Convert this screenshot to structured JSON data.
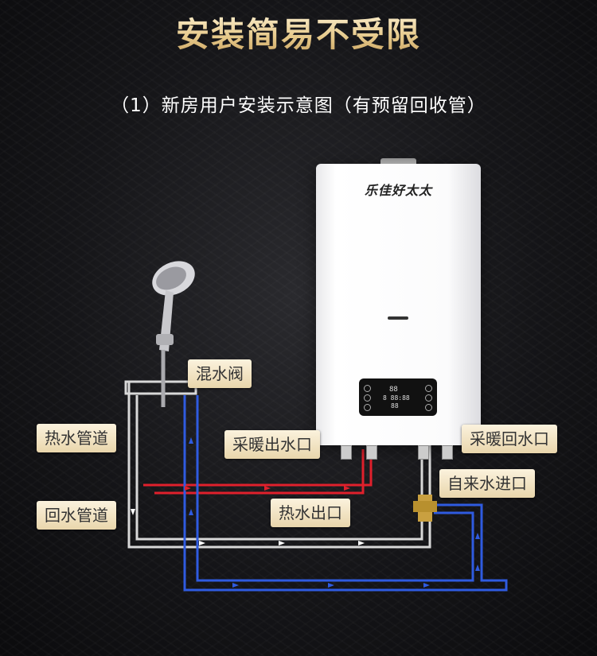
{
  "title": "安装简易不受限",
  "subtitle": "（1）新房用户安装示意图（有预留回收管）",
  "heater": {
    "brand": "乐佳好太太",
    "display_line1": "88",
    "display_line2": "8 88:88",
    "display_line3": "88"
  },
  "labels": {
    "mixer_valve": "混水阀",
    "hot_water_pipe": "热水管道",
    "return_pipe": "回水管道",
    "heating_outlet": "采暖出水口",
    "heating_return": "采暖回水口",
    "tap_water_inlet": "自来水进口",
    "hot_water_outlet": "热水出口"
  },
  "colors": {
    "title_gold": "#e6c98a",
    "hot_pipe": "#e0202c",
    "cold_pipe": "#2f5be0",
    "return_pipe": "#d8d8d8",
    "label_bg": "#f2e4c2"
  }
}
